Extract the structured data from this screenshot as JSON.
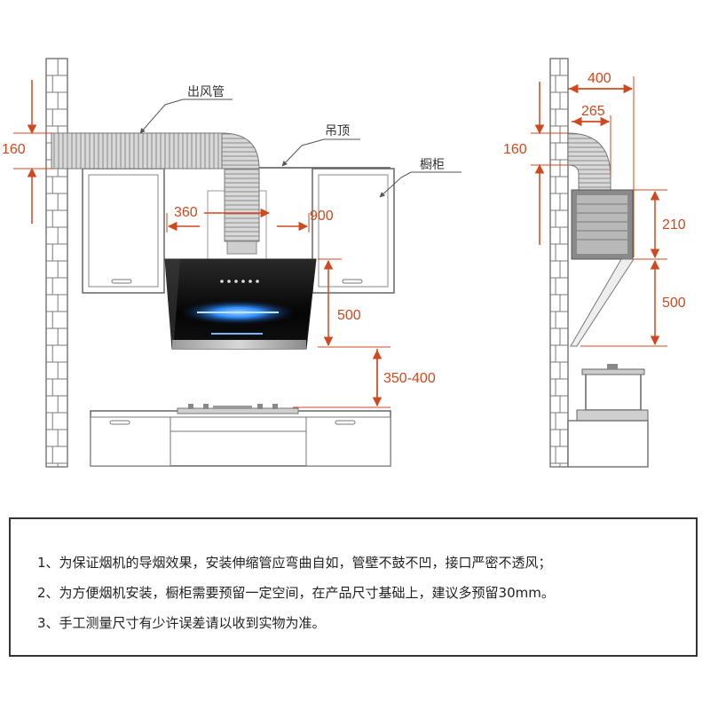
{
  "colors": {
    "dimension": "#d2481e",
    "line": "#555555",
    "brick": "#7a7a7a",
    "glass": "#111111",
    "glow": "#2f8fff"
  },
  "front_view": {
    "labels": {
      "duct": "出风管",
      "ceiling": "吊顶",
      "cabinet": "橱柜"
    },
    "dimensions": {
      "duct_height": "160",
      "hood_center": "360",
      "cabinet_gap": "900",
      "hood_height": "500",
      "stove_clearance": "350-400"
    }
  },
  "side_view": {
    "dimensions": {
      "duct_height": "160",
      "outer_depth": "400",
      "inner_depth": "265",
      "upper_height": "210",
      "lower_height": "500"
    }
  },
  "notes": [
    "1、为保证烟机的导烟效果，安装伸缩管应弯曲自如，管壁不鼓不凹，接口严密不透风；",
    "2、为方便烟机安装，橱柜需要预留一定空间，在产品尺寸基础上，建议多预留30mm。",
    "3、手工测量尺寸有少许误差请以收到实物为准。"
  ]
}
